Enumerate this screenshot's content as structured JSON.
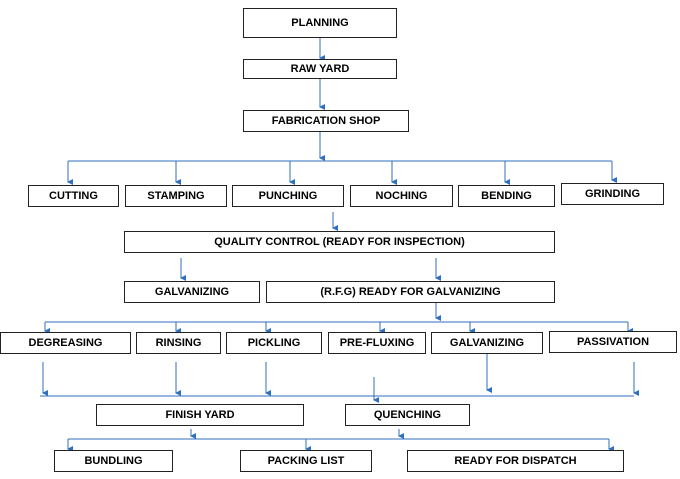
{
  "colors": {
    "connector": "#2f6fbf",
    "box_border": "#222222",
    "text": "#000000"
  },
  "steps": {
    "planning": "PLANNING",
    "raw_yard": "RAW YARD",
    "fabrication_shop": "FABRICATION SHOP",
    "cutting": "CUTTING",
    "stamping": "STAMPING",
    "punching": "PUNCHING",
    "noching": "NOCHING",
    "bending": "BENDING",
    "grinding": "GRINDING",
    "quality_control": "QUALITY CONTROL (READY FOR INSPECTION)",
    "galvanizing_top": "GALVANIZING",
    "rfg": "(R.F.G) READY FOR GALVANIZING",
    "degreasing": "DEGREASING",
    "rinsing": "RINSING",
    "pickling": "PICKLING",
    "pre_fluxing": "PRE-FLUXING",
    "galvanizing_sub": "GALVANIZING",
    "passivation": "PASSIVATION",
    "finish_yard": "FINISH YARD",
    "quenching": "QUENCHING",
    "bundling": "BUNDLING",
    "packing_list": "PACKING LIST",
    "ready_for_dispatch": "READY FOR DISPATCH"
  }
}
